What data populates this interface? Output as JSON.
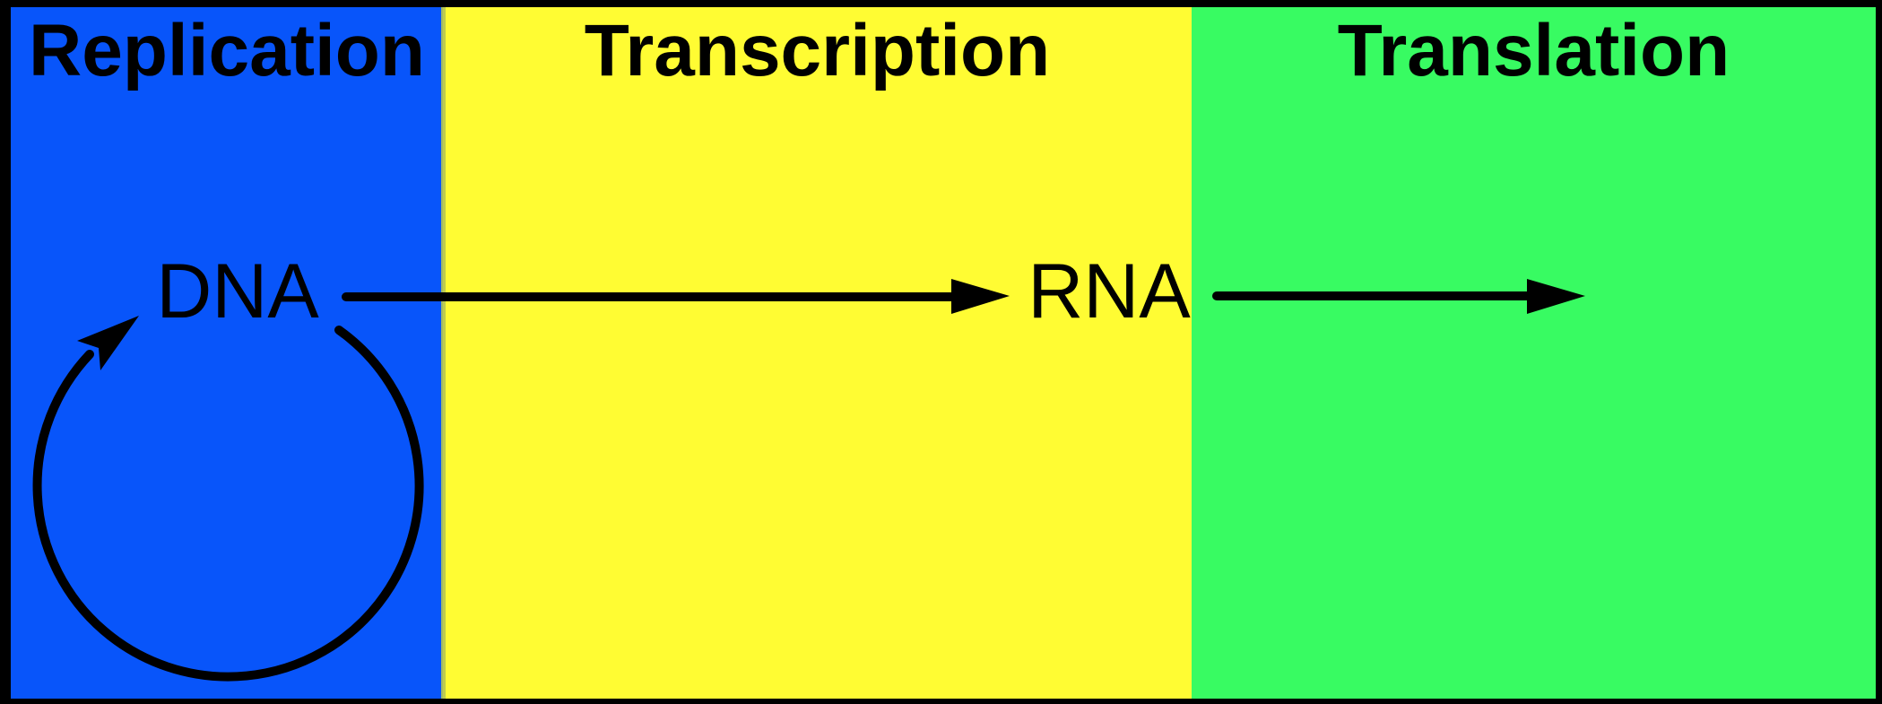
{
  "diagram": {
    "type": "central-dogma-flow",
    "panels": [
      {
        "label": "Replication",
        "color": "#0855FA"
      },
      {
        "label": "Transcription",
        "color": "#FFFC33"
      },
      {
        "label": "Translation",
        "color": "#38FB62"
      }
    ],
    "nodes": [
      {
        "label": "DNA"
      },
      {
        "label": "RNA"
      }
    ],
    "arrows": [
      {
        "name": "replication-loop",
        "from": "DNA",
        "to": "DNA",
        "style": "circular-loop"
      },
      {
        "name": "transcription-arrow",
        "from": "DNA",
        "to": "RNA",
        "style": "straight"
      },
      {
        "name": "translation-arrow",
        "from": "RNA",
        "to": "",
        "style": "straight"
      }
    ],
    "colors": {
      "border": "#000000",
      "text": "#000000",
      "arrow": "#000000",
      "replication_bg": "#0855FA",
      "transcription_bg": "#FFFC33",
      "translation_bg": "#38FB62"
    }
  }
}
